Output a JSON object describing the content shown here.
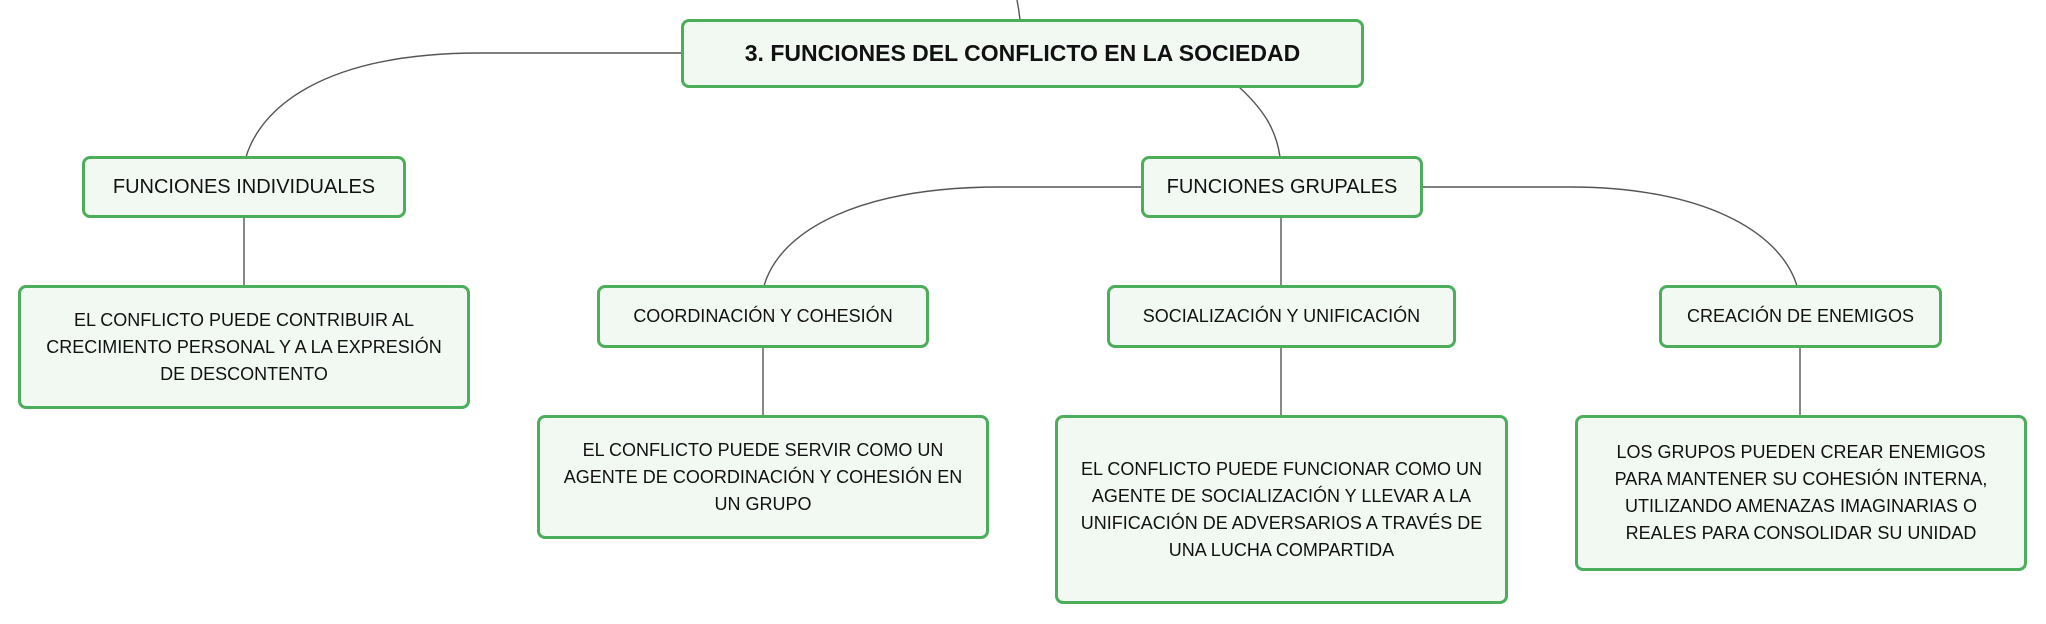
{
  "diagram": {
    "root": {
      "label": "3. FUNCIONES DEL CONFLICTO EN LA SOCIEDAD"
    },
    "individual": {
      "label": "FUNCIONES INDIVIDUALES",
      "detail": "EL CONFLICTO PUEDE CONTRIBUIR AL CRECIMIENTO PERSONAL Y A LA EXPRESIÓN DE DESCONTENTO"
    },
    "group": {
      "label": "FUNCIONES GRUPALES",
      "children": [
        {
          "label": "COORDINACIÓN Y COHESIÓN",
          "detail": "EL CONFLICTO PUEDE SERVIR COMO UN AGENTE DE COORDINACIÓN Y COHESIÓN EN UN GRUPO"
        },
        {
          "label": "SOCIALIZACIÓN Y UNIFICACIÓN",
          "detail": "EL CONFLICTO PUEDE FUNCIONAR COMO UN AGENTE DE SOCIALIZACIÓN Y LLEVAR A LA UNIFICACIÓN DE ADVERSARIOS A TRAVÉS DE UNA LUCHA COMPARTIDA"
        },
        {
          "label": "CREACIÓN DE ENEMIGOS",
          "detail": "LOS GRUPOS PUEDEN CREAR ENEMIGOS PARA MANTENER SU COHESIÓN INTERNA, UTILIZANDO AMENAZAS IMAGINARIAS O REALES PARA CONSOLIDAR SU UNIDAD"
        }
      ]
    },
    "colors": {
      "border": "#4cae5b",
      "fill": "#f2f9f3",
      "connector": "#555555"
    }
  }
}
